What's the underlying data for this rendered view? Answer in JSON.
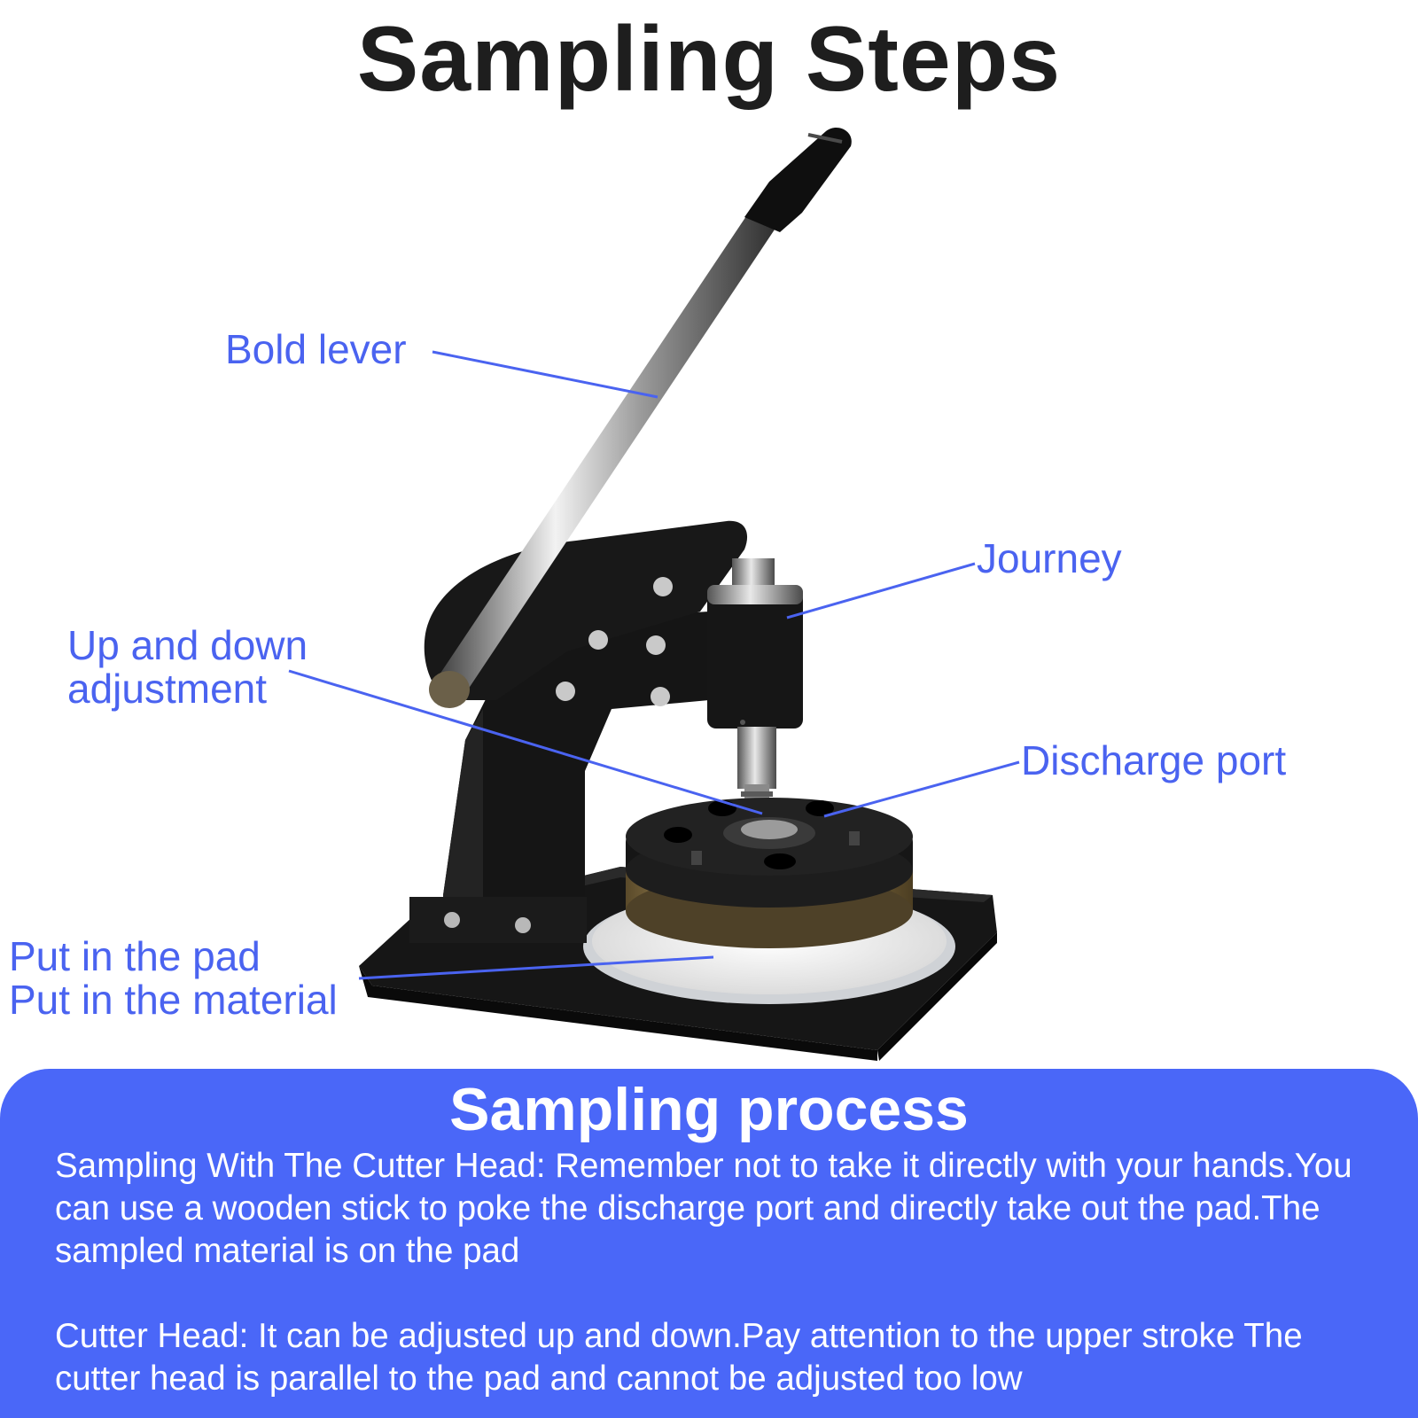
{
  "title": "Sampling Steps",
  "callouts": {
    "bold_lever": "Bold lever",
    "journey": "Journey",
    "up_down_line1": "Up and down",
    "up_down_line2": "adjustment",
    "discharge_port": "Discharge port",
    "pad_line1": "Put in the pad",
    "pad_line2": "Put in the material"
  },
  "process": {
    "heading": "Sampling process",
    "paragraph1": "Sampling With The Cutter Head: Remember not to take it directly with your hands.You can use a wooden stick to poke the discharge port and directly take out the pad.The sampled material is on the pad",
    "paragraph2": "Cutter Head: It can be adjusted up and down.Pay attention to the upper stroke The cutter head is parallel to the pad and cannot be adjusted too low"
  },
  "colors": {
    "accent_blue": "#4a63f0",
    "panel_blue": "#4a67f8",
    "title_text": "#1e1e1e",
    "machine_black": "#141414"
  }
}
